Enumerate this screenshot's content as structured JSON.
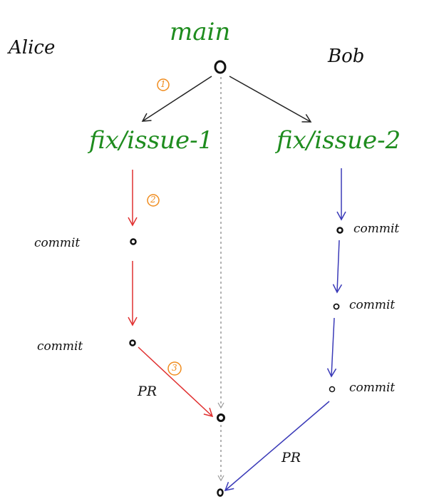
{
  "people": {
    "left": "Alice",
    "right": "Bob"
  },
  "branches": {
    "main": "main",
    "left": "fix/issue-1",
    "right": "fix/issue-2"
  },
  "commits": {
    "alice_1": "commit",
    "alice_2": "commit",
    "bob_1": "commit",
    "bob_2": "commit",
    "bob_3": "commit"
  },
  "pull_requests": {
    "alice": "PR",
    "bob": "PR"
  },
  "steps": [
    "1",
    "2",
    "3"
  ],
  "colors": {
    "branch_text": "#1e8c1e",
    "alice_arrows": "#e03030",
    "bob_arrows": "#3a3ab8",
    "main_arrows": "#222222",
    "timeline": "#999999",
    "step_marker": "#f08c1e"
  }
}
